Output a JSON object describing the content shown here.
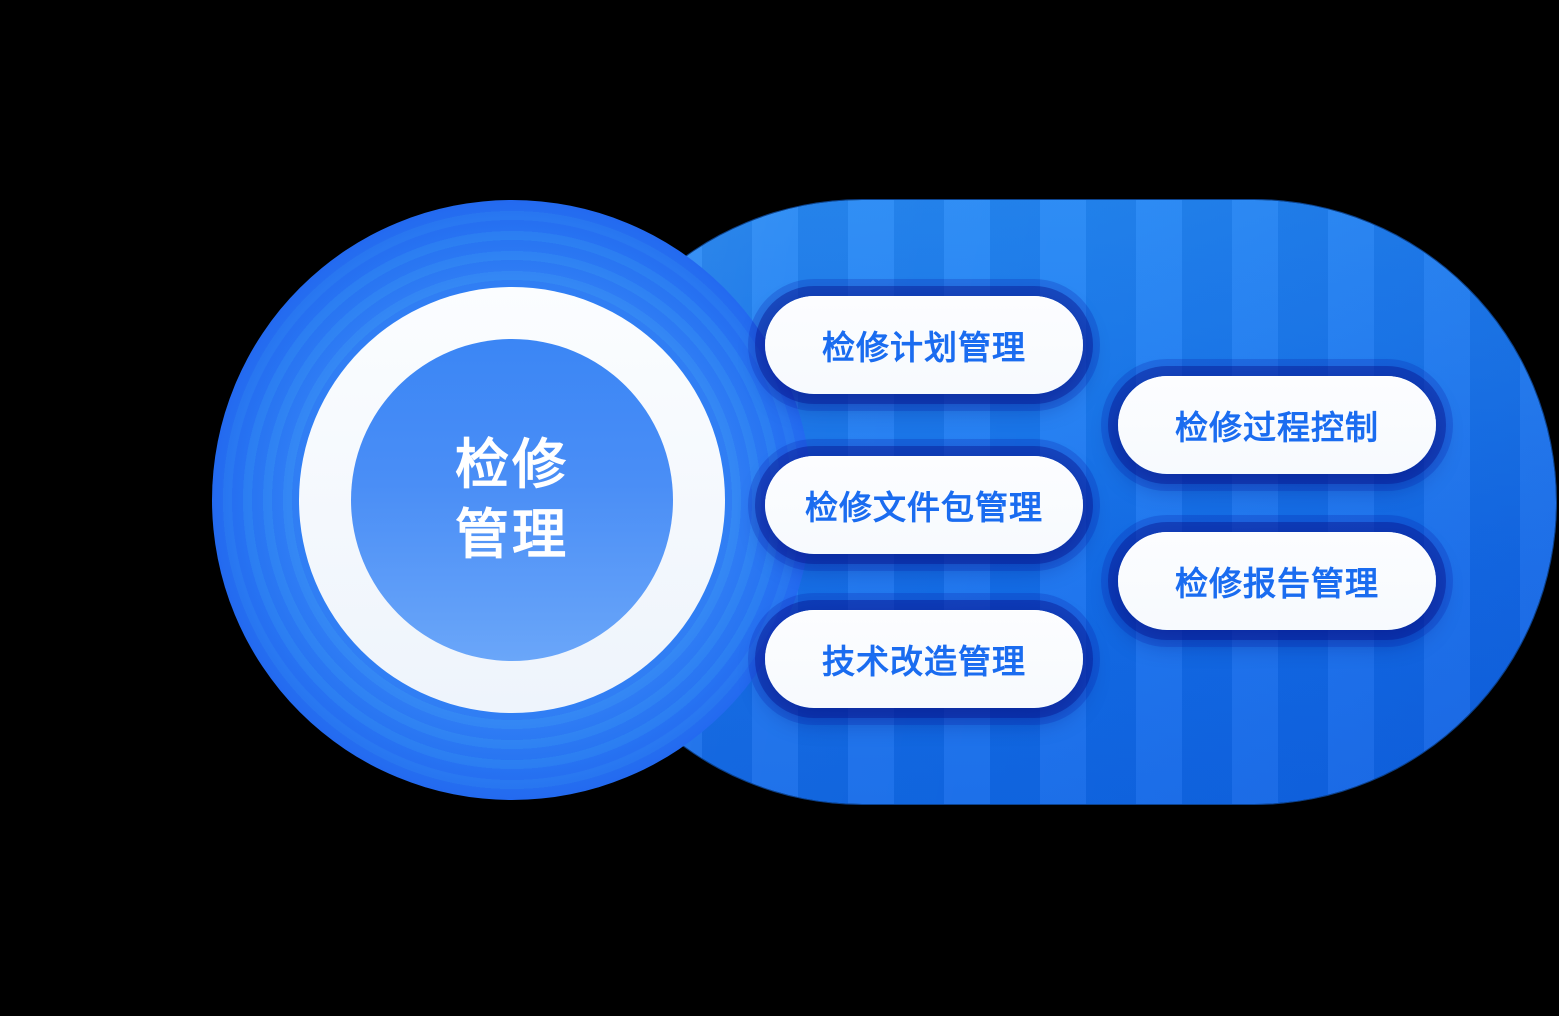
{
  "diagram": {
    "type": "hub-and-spoke",
    "title": "检修管理",
    "center": {
      "line1": "检修",
      "line2": "管理"
    },
    "nodes": [
      {
        "id": "p1",
        "label": "检修计划管理",
        "column": "inner"
      },
      {
        "id": "p2",
        "label": "检修文件包管理",
        "column": "inner"
      },
      {
        "id": "p3",
        "label": "技术改造管理",
        "column": "inner"
      },
      {
        "id": "p4",
        "label": "检修过程控制",
        "column": "outer"
      },
      {
        "id": "p5",
        "label": "检修报告管理",
        "column": "outer"
      }
    ],
    "colors": {
      "background": "#000000",
      "panel_blue": "#1C7DF2",
      "core_blue": "#4A8EF6",
      "ring_white": "#F7FAFE",
      "glow_cyan": "#00FFFF",
      "glow_navy": "#121CFA",
      "glow_violet": "#806AFF",
      "pill_background": "#FAFCFF",
      "pill_text": "#1A6CF0",
      "center_text": "#FFFFFF"
    }
  }
}
